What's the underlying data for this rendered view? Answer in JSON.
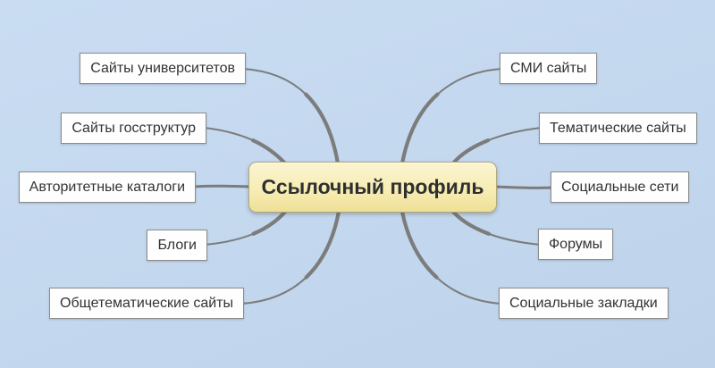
{
  "diagram": {
    "central": {
      "label": "Ссылочный профиль"
    },
    "left_nodes": [
      {
        "label": "Сайты университетов"
      },
      {
        "label": "Сайты госструктур"
      },
      {
        "label": "Авторитетные каталоги"
      },
      {
        "label": "Блоги"
      },
      {
        "label": "Общетематические сайты"
      }
    ],
    "right_nodes": [
      {
        "label": "СМИ сайты"
      },
      {
        "label": "Тематические сайты"
      },
      {
        "label": "Социальные сети"
      },
      {
        "label": "Форумы"
      },
      {
        "label": "Социальные закладки"
      }
    ],
    "colors": {
      "background": "#c3d7ee",
      "line": "#7c7c7c",
      "central_fill_top": "#fbf5d1",
      "central_fill_bottom": "#efe096",
      "central_border": "#b0a87e",
      "node_fill": "#fefefe",
      "node_border": "#8c8c8c",
      "text": "#333333"
    }
  }
}
